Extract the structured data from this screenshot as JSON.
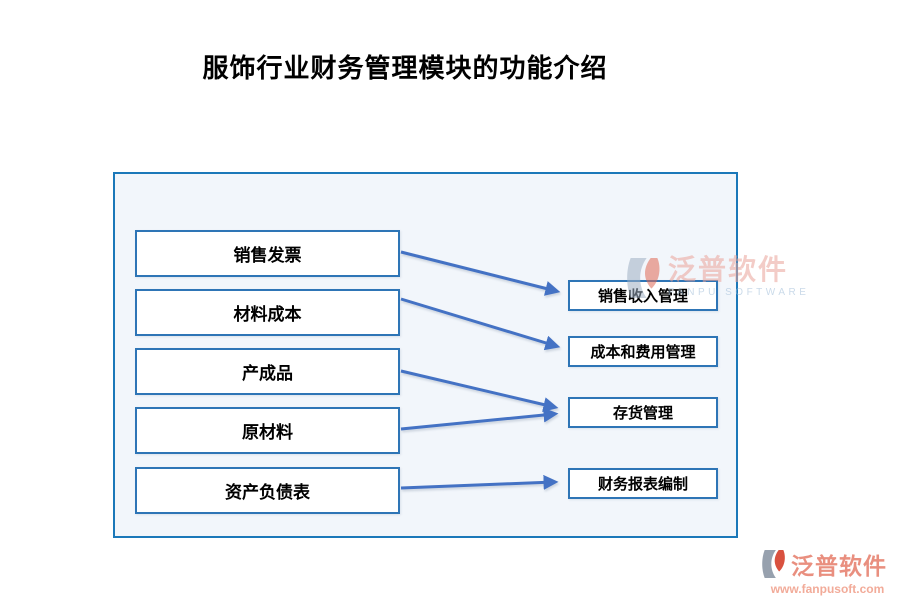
{
  "page": {
    "title": "服饰行业财务管理模块的功能介绍"
  },
  "diagram": {
    "left_boxes": [
      {
        "label": "销售发票"
      },
      {
        "label": "材料成本"
      },
      {
        "label": "产成品"
      },
      {
        "label": "原材料"
      },
      {
        "label": "资产负债表"
      }
    ],
    "right_boxes": [
      {
        "label": "销售收入管理"
      },
      {
        "label": "成本和费用管理"
      },
      {
        "label": "存货管理"
      },
      {
        "label": "财务报表编制"
      }
    ],
    "connections": [
      {
        "from": "销售发票",
        "to": "销售收入管理"
      },
      {
        "from": "材料成本",
        "to": "成本和费用管理"
      },
      {
        "from": "产成品",
        "to": "存货管理"
      },
      {
        "from": "原材料",
        "to": "存货管理"
      },
      {
        "from": "资产负债表",
        "to": "财务报表编制"
      }
    ]
  },
  "watermark": {
    "brand": "泛普软件",
    "subtitle": "FANPU SOFTWARE"
  },
  "footer_logo": {
    "brand": "泛普软件",
    "url": "www.fanpusoft.com"
  },
  "colors": {
    "arrow_blue": "#4472c4",
    "box_border_blue": "#2e75b6",
    "panel_border_blue": "#1b78b9",
    "panel_fill": "#f2f6fb",
    "brand_salmon": "#e98f7f",
    "watermark_pink": "#eba49a",
    "watermark_gray_blue": "#9fbdd8",
    "logo_gray": "#97a1ae",
    "logo_red": "#d9513f"
  }
}
